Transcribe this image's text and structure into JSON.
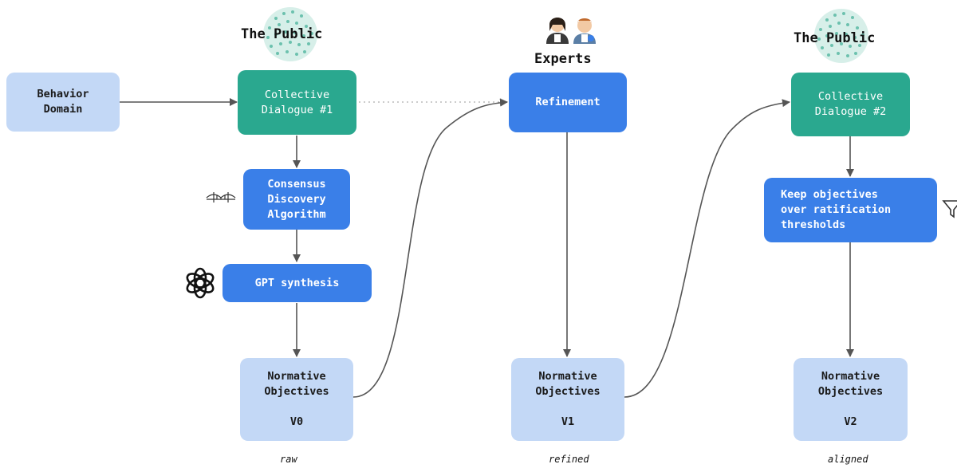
{
  "nodes": {
    "behavior_domain": [
      "Behavior",
      "Domain"
    ],
    "collective_dialogue_1": [
      "Collective",
      "Dialogue #1"
    ],
    "consensus_algorithm": [
      "Consensus",
      "Discovery",
      "Algorithm"
    ],
    "gpt_synthesis": [
      "GPT synthesis"
    ],
    "normative_v0": [
      "Normative",
      "Objectives",
      "",
      "V0"
    ],
    "refinement": [
      "Refinement"
    ],
    "normative_v1": [
      "Normative",
      "Objectives",
      "",
      "V1"
    ],
    "collective_dialogue_2": [
      "Collective",
      "Dialogue #2"
    ],
    "keep_objectives": [
      "Keep objectives",
      "over ratification",
      "thresholds"
    ],
    "normative_v2": [
      "Normative",
      "Objectives",
      "",
      "V2"
    ]
  },
  "labels": {
    "public_1": "The Public",
    "experts": "Experts",
    "public_2": "The Public"
  },
  "captions": {
    "v0": "raw",
    "v1": "refined",
    "v2": "aligned"
  },
  "icons": {
    "public_cloud": "crowd-icon",
    "experts": "experts-icon",
    "bridge": "bridge-icon",
    "openai": "openai-logo-icon",
    "filter": "filter-icon"
  },
  "colors": {
    "light_box": "#c3d8f6",
    "teal_box": "#2aa88f",
    "blue_box": "#3a7fe8",
    "arrow": "#555555"
  }
}
